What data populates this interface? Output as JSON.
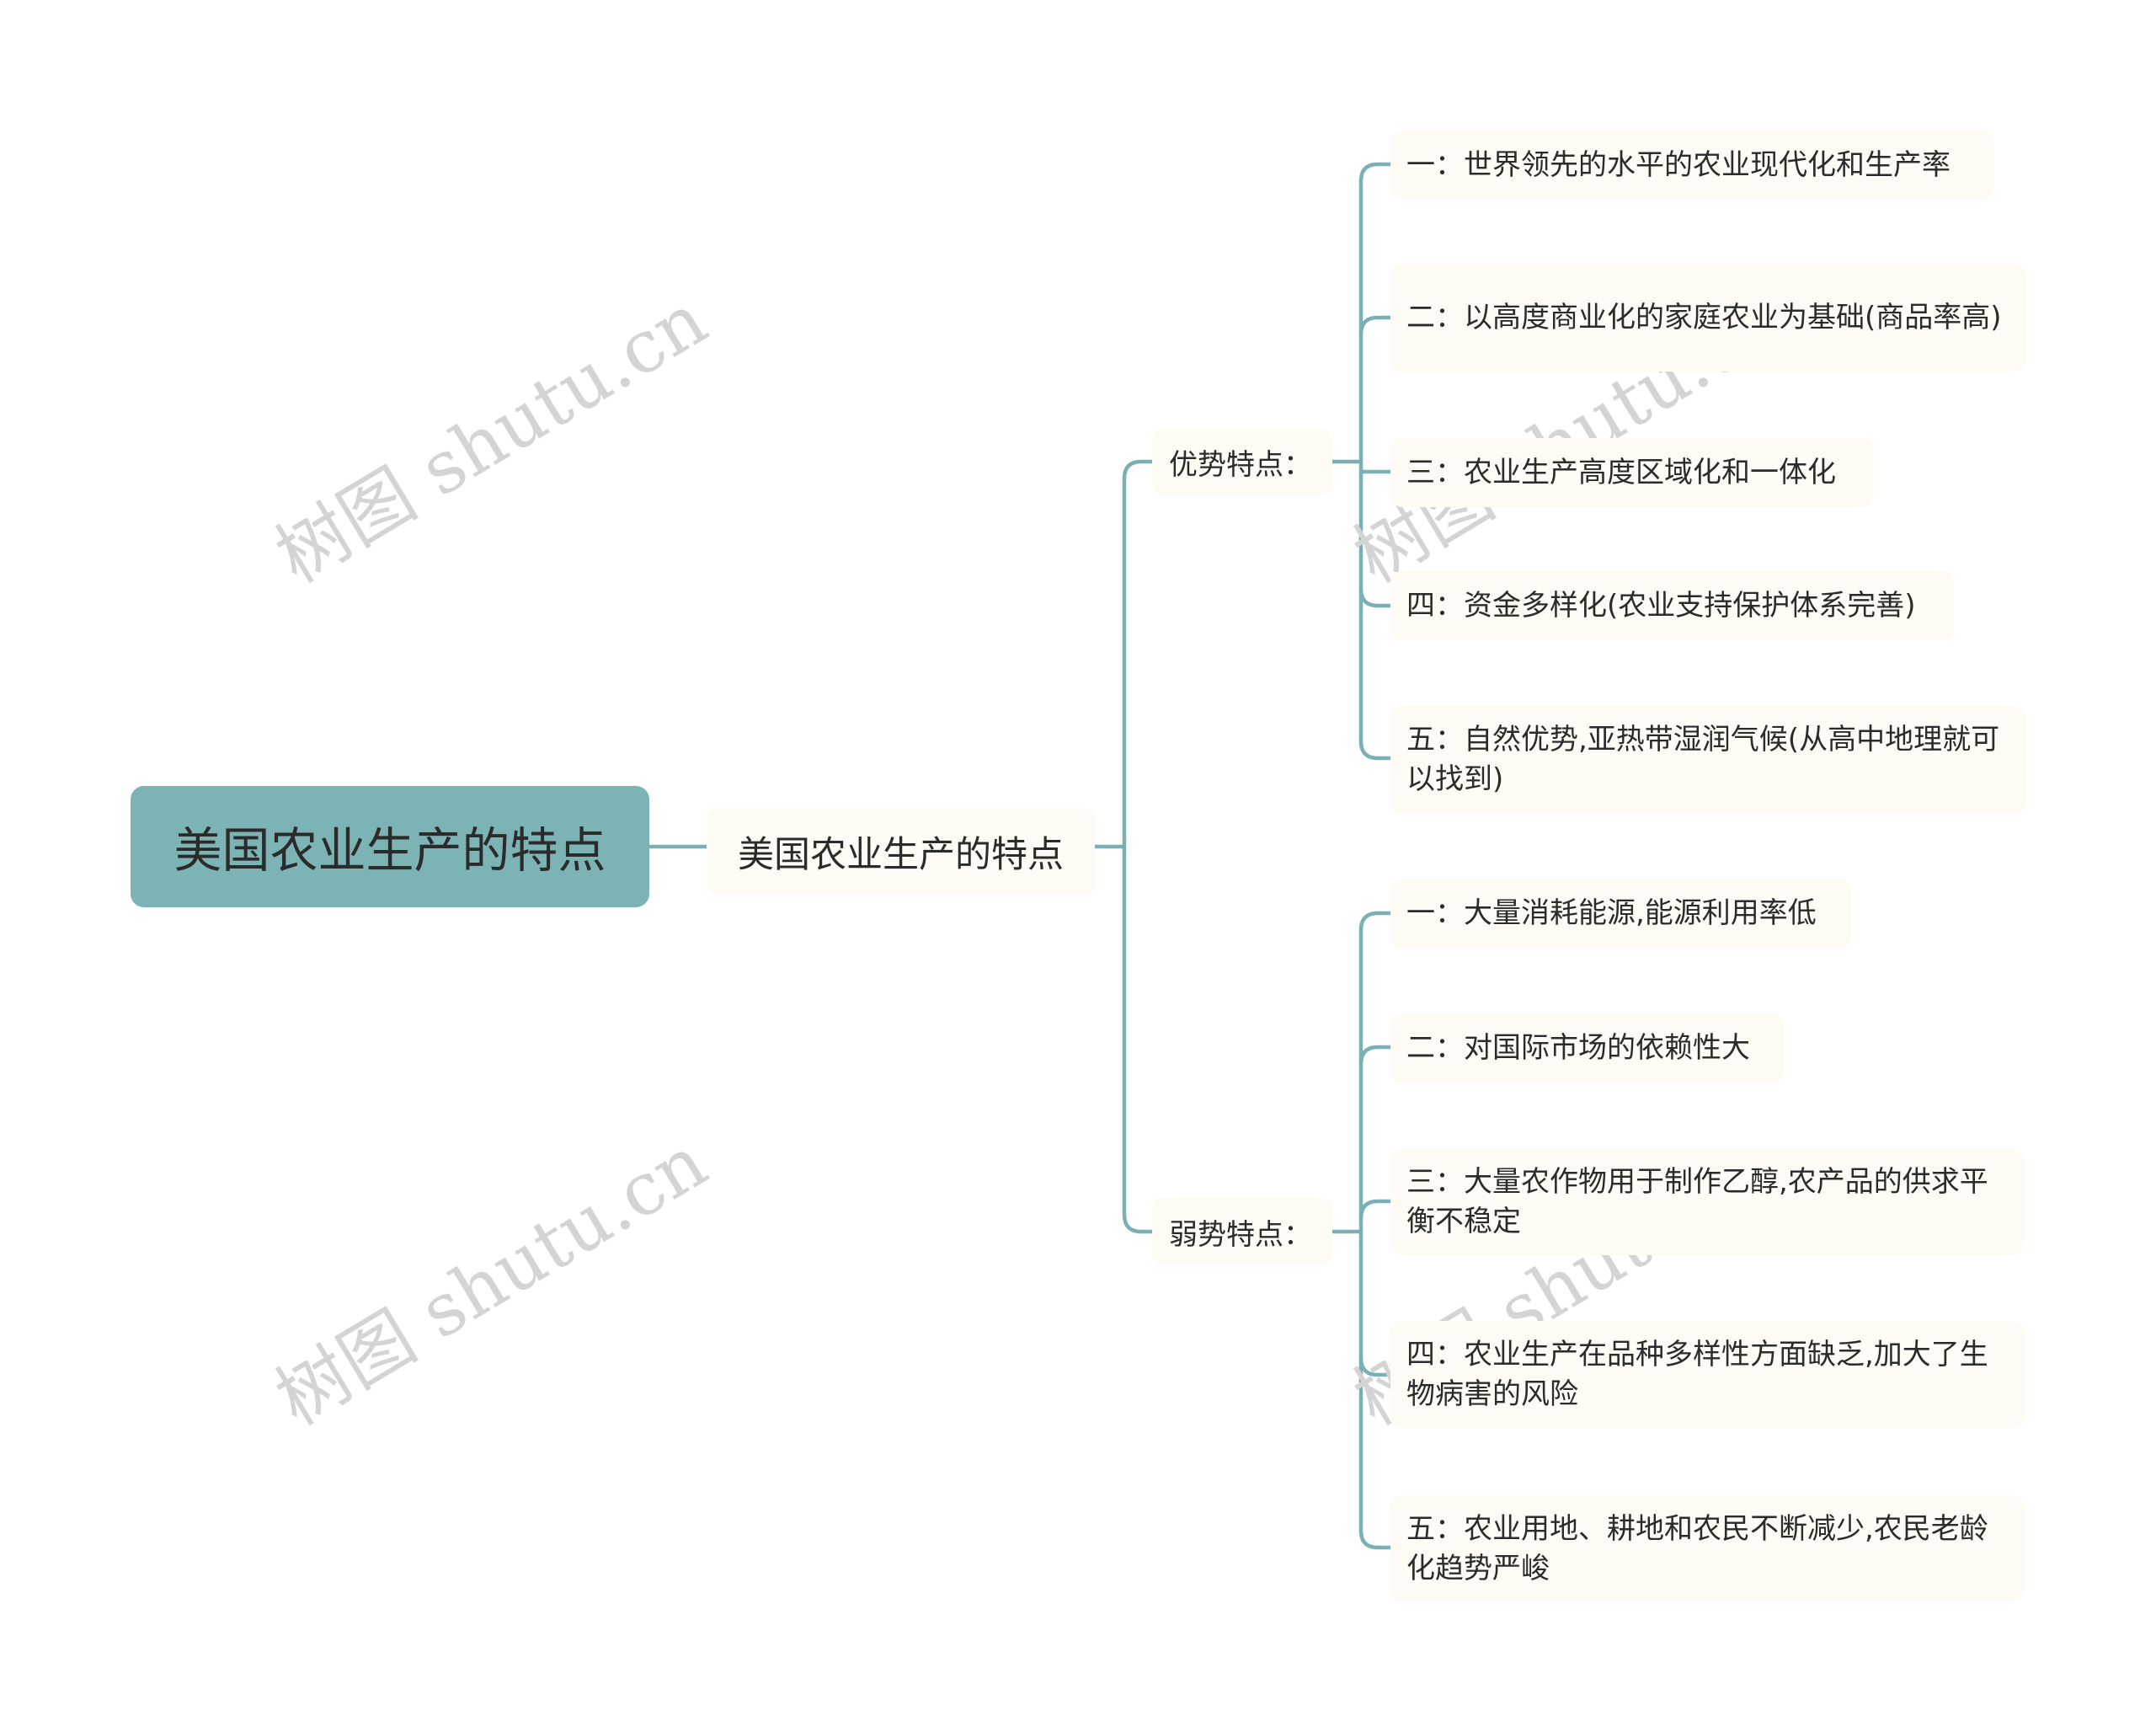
{
  "root": {
    "label": "美国农业生产的特点"
  },
  "topic": {
    "label": "美国农业生产的特点"
  },
  "groups": [
    {
      "label": "优势特点：",
      "items": [
        "一：世界领先的水平的农业现代化和生产率",
        "二：以高度商业化的家庭农业为基础(商品率高)",
        "三：农业生产高度区域化和一体化",
        "四：资金多样化(农业支持保护体系完善)",
        "五：自然优势,亚热带湿润气候(从高中地理就可以找到)"
      ]
    },
    {
      "label": "弱势特点：",
      "items": [
        "一：大量消耗能源,能源利用率低",
        "二：对国际市场的依赖性大",
        "三：大量农作物用于制作乙醇,农产品的供求平衡不稳定",
        "四：农业生产在品种多样性方面缺乏,加大了生物病害的风险",
        "五：农业用地、耕地和农民不断减少,农民老龄化趋势严峻"
      ]
    }
  ],
  "watermark": {
    "text": "树图 shutu.cn"
  },
  "colors": {
    "root_bg": "#7cb4b6",
    "line": "#7ab0b3",
    "node_bg": "#fdfbf3",
    "text": "#2b2b2b"
  }
}
